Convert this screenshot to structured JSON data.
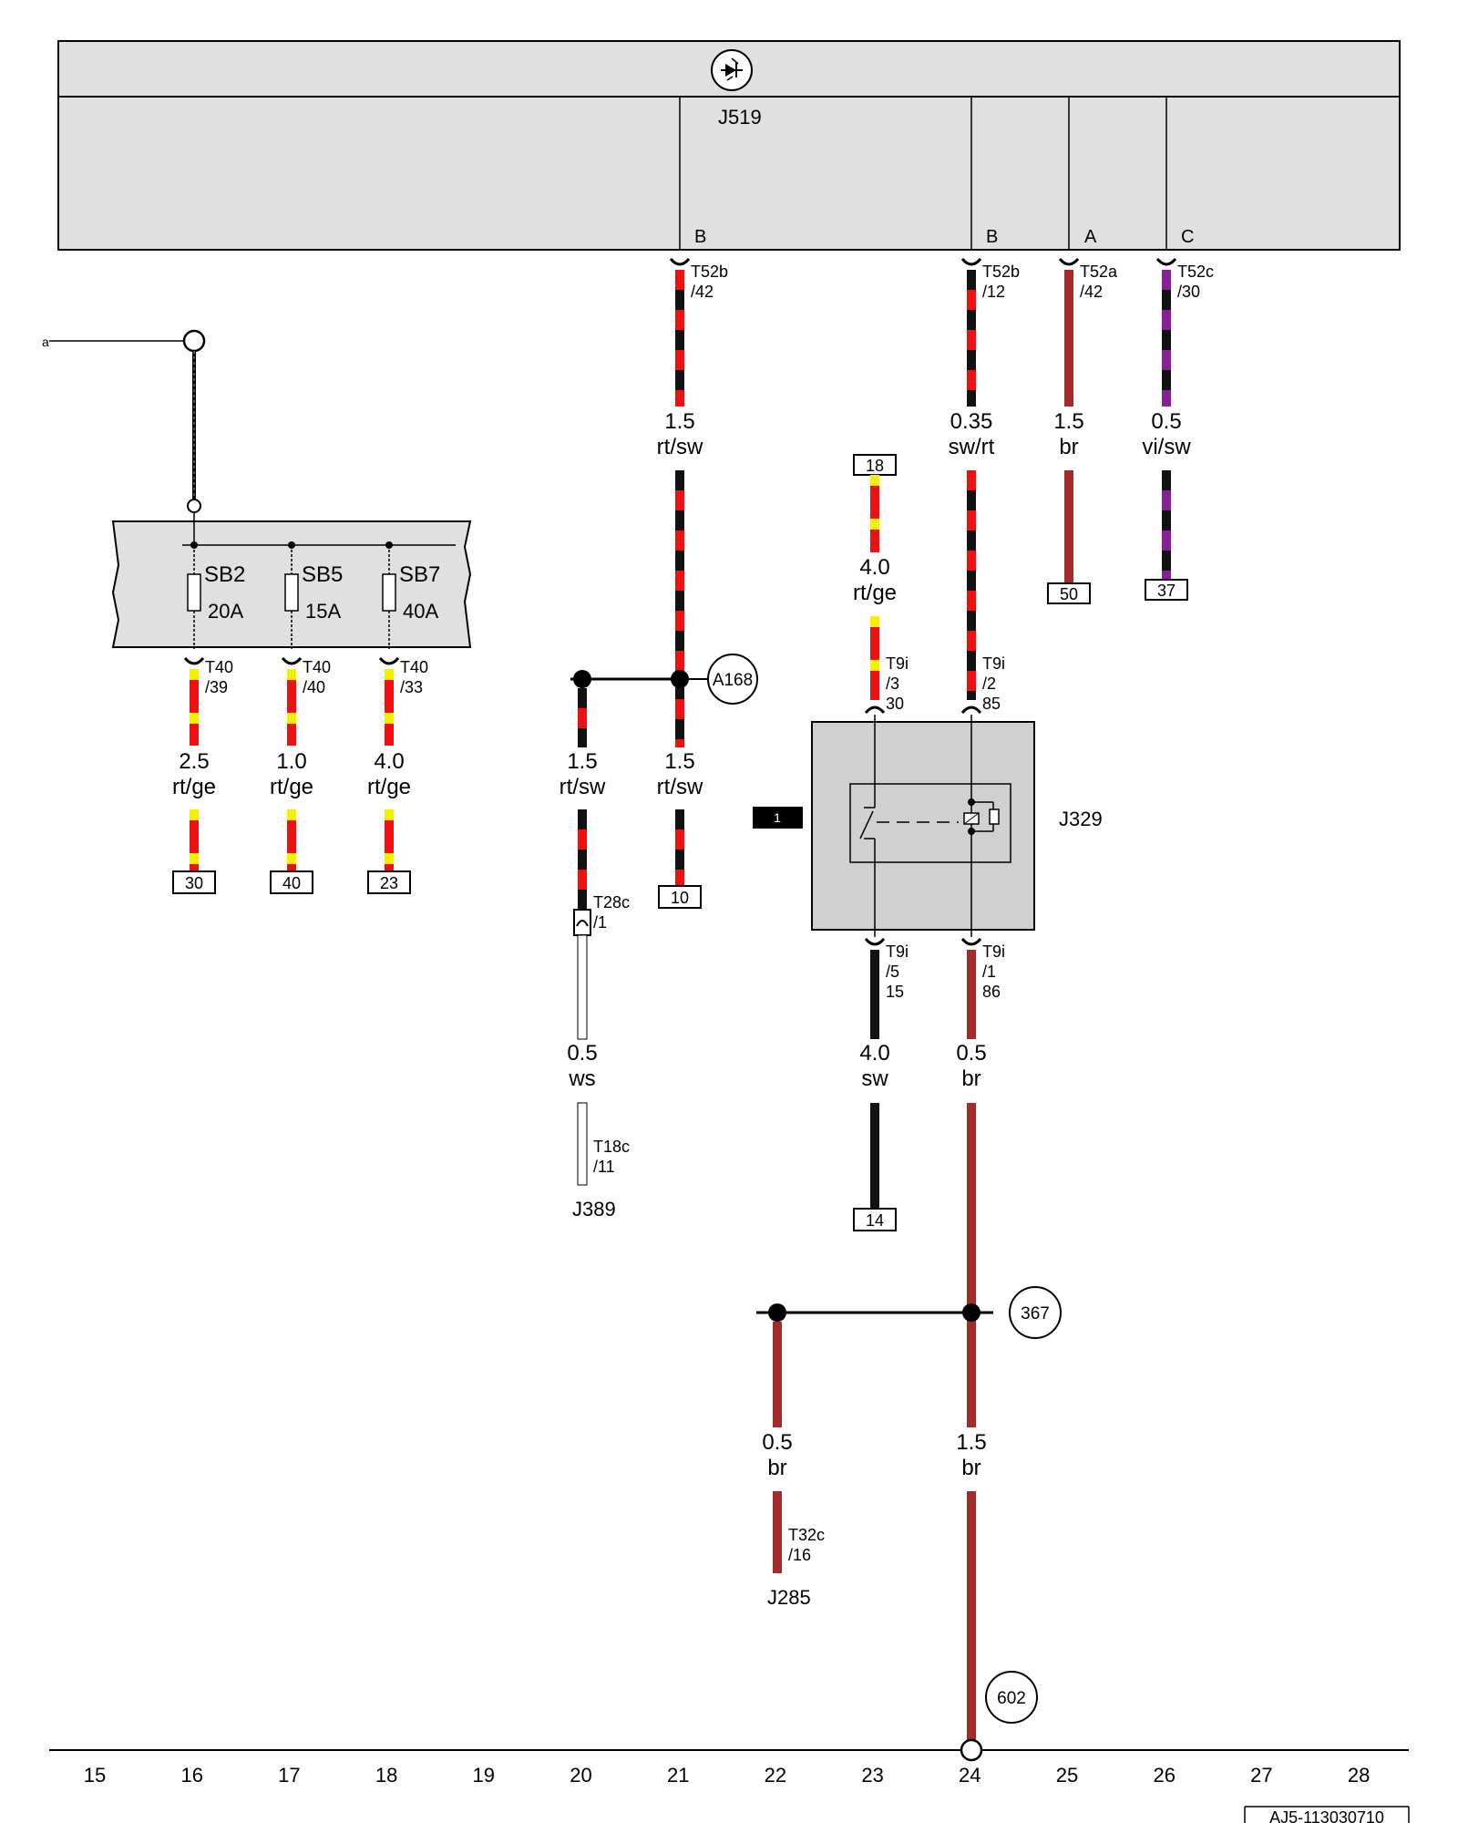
{
  "colors": {
    "rt": "#ee1111",
    "sw": "#111111",
    "ge": "#f5f000",
    "br": "#a52a2a",
    "vi": "#8b1e9b",
    "ws": "#ffffff",
    "module_fill": "#e0e0e0",
    "relay_fill": "#d0d0d0"
  },
  "symbols": {
    "control_unit_icon": "starburst-diode-icon"
  },
  "control_unit": {
    "label": "J519",
    "pins": [
      {
        "letter": "B",
        "conn": "T52b",
        "pin": "/42"
      },
      {
        "letter": "B",
        "conn": "T52b",
        "pin": "/12"
      },
      {
        "letter": "A",
        "conn": "T52a",
        "pin": "/42"
      },
      {
        "letter": "C",
        "conn": "T52c",
        "pin": "/30"
      }
    ]
  },
  "wires_top": [
    {
      "size": "1.5",
      "color": "rt/sw"
    },
    {
      "size": "0.35",
      "color": "sw/rt"
    },
    {
      "size": "1.5",
      "color": "br"
    },
    {
      "size": "0.5",
      "color": "vi/sw"
    }
  ],
  "terminals_top": {
    "br": "50",
    "vi_sw": "37"
  },
  "external_ref": "a",
  "fuse_box": {
    "fuses": [
      {
        "name": "SB2",
        "rating": "20A",
        "conn": "T40",
        "pin": "/39",
        "size": "2.5",
        "color": "rt/ge",
        "terminal": "30"
      },
      {
        "name": "SB5",
        "rating": "15A",
        "conn": "T40",
        "pin": "/40",
        "size": "1.0",
        "color": "rt/ge",
        "terminal": "40"
      },
      {
        "name": "SB7",
        "rating": "40A",
        "conn": "T40",
        "pin": "/33",
        "size": "4.0",
        "color": "rt/ge",
        "terminal": "23"
      }
    ]
  },
  "splice_a168": {
    "label": "A168",
    "left_wire": {
      "size": "1.5",
      "color": "rt/sw",
      "conn": "T28c",
      "pin": "/1"
    },
    "right_wire": {
      "size": "1.5",
      "color": "rt/sw",
      "terminal": "10"
    },
    "ws_wire": {
      "size": "0.5",
      "color": "ws",
      "conn": "T18c",
      "pin": "/11",
      "device": "J389"
    }
  },
  "relay": {
    "label": "J329",
    "badge": "1",
    "top_left": {
      "terminal": "18",
      "size": "4.0",
      "color": "rt/ge",
      "conn": "T9i",
      "pin": "/3",
      "term": "30"
    },
    "top_right": {
      "conn": "T9i",
      "pin": "/2",
      "term": "85"
    },
    "bottom_left": {
      "conn": "T9i",
      "pin": "/5",
      "term": "15",
      "size": "4.0",
      "color": "sw",
      "terminal": "14"
    },
    "bottom_right": {
      "conn": "T9i",
      "pin": "/1",
      "term": "86",
      "size": "0.5",
      "color": "br"
    }
  },
  "splice_367": {
    "label": "367",
    "left_wire": {
      "size": "0.5",
      "color": "br",
      "conn": "T32c",
      "pin": "/16",
      "device": "J285"
    },
    "right_wire": {
      "size": "1.5",
      "color": "br"
    }
  },
  "ground": {
    "label": "602"
  },
  "scale": [
    "15",
    "16",
    "17",
    "18",
    "19",
    "20",
    "21",
    "22",
    "23",
    "24",
    "25",
    "26",
    "27",
    "28"
  ],
  "ref_code": "AJ5-113030710"
}
